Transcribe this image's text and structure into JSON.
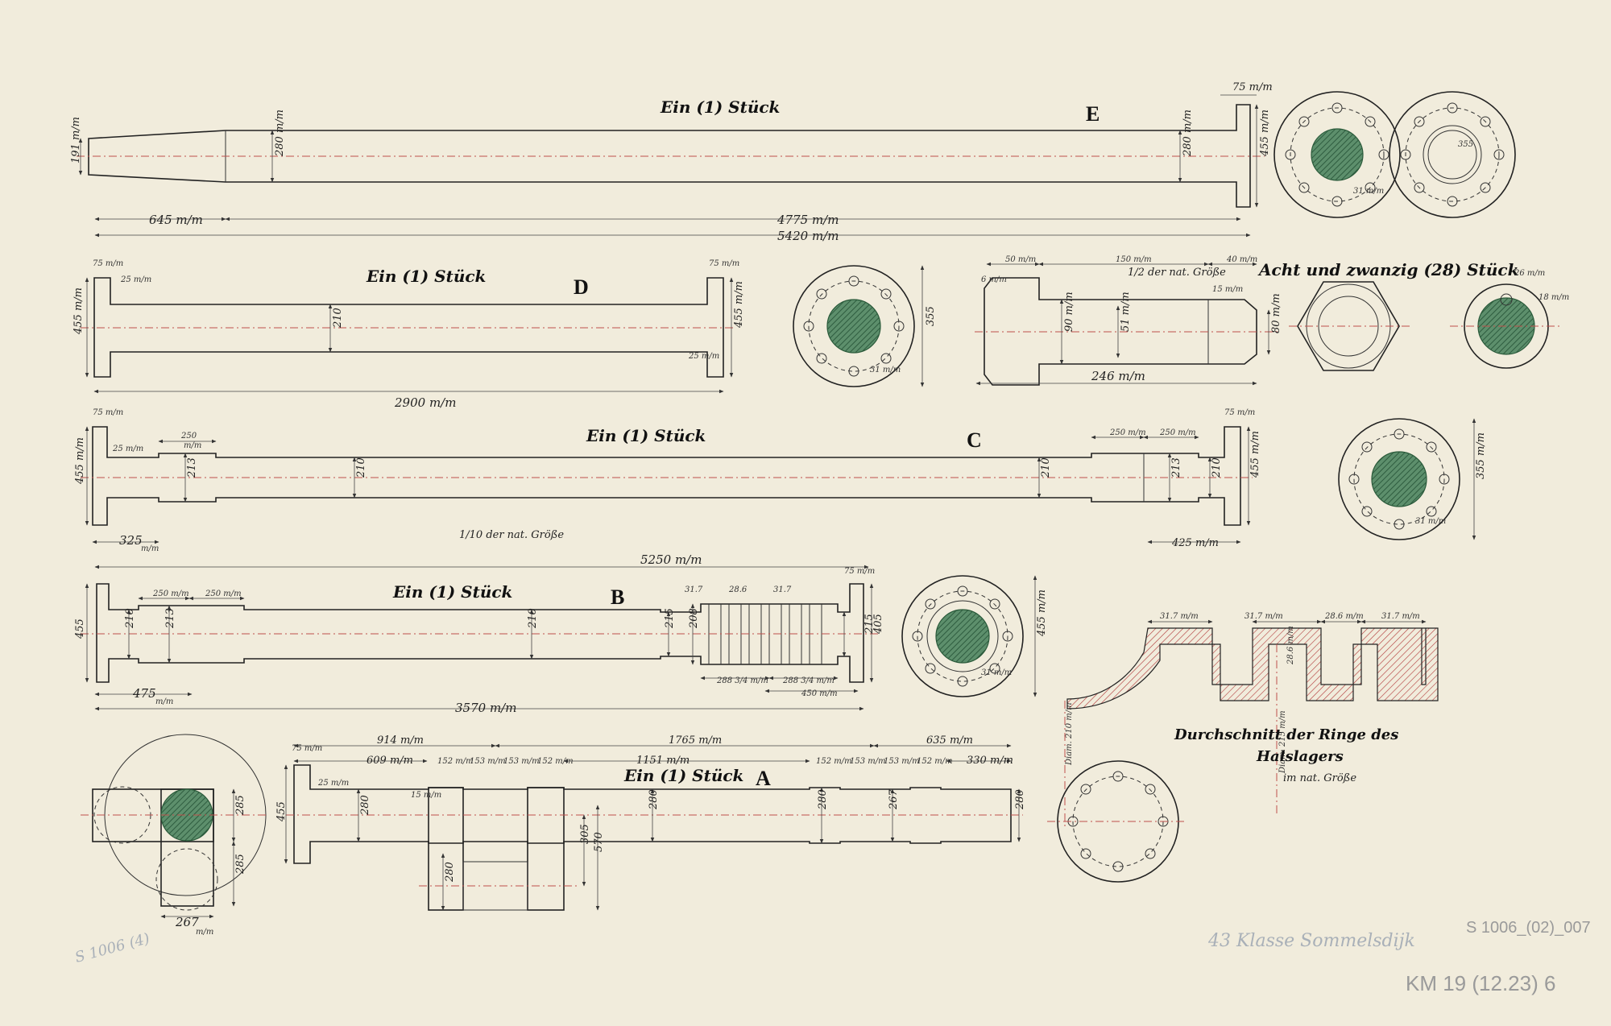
{
  "parts": {
    "E": {
      "letter": "E",
      "caption": "Ein (1) Stück",
      "dims": {
        "d1": "191 m/m",
        "d2": "280 m/m",
        "d3": "280 m/m",
        "flange": "455 m/m",
        "t": "75 m/m",
        "taper": "645 m/m",
        "length1": "4775 m/m",
        "total": "5420 m/m",
        "bolt": "31 m/m",
        "bore": "355"
      }
    },
    "D": {
      "letter": "D",
      "caption": "Ein (1) Stück",
      "dims": {
        "flange_l": "455 m/m",
        "flange_r": "455 m/m",
        "t1": "75 m/m",
        "t2": "75 m/m",
        "r1": "25 m/m",
        "r2": "25 m/m",
        "dia": "210",
        "length": "2900 m/m",
        "circle": "355",
        "bolt": "31 m/m"
      }
    },
    "C": {
      "letter": "C",
      "caption": "Ein (1) Stück",
      "scale": "1/10 der nat. Größe",
      "dims": {
        "flange": "455 m/m",
        "t1": "75 m/m",
        "t2": "75 m/m",
        "r": "25 m/m",
        "s1": "250",
        "s1u": "m/m",
        "s2": "250 m/m",
        "s3": "250 m/m",
        "d213": "213",
        "d210": "210",
        "d210b": "210",
        "d210c": "210",
        "left": "325",
        "leftu": "m/m",
        "right": "425 m/m",
        "circle": "355 m/m",
        "bolt": "31 m/m"
      }
    },
    "B": {
      "letter": "B",
      "caption": "Ein (1) Stück",
      "dims": {
        "total": "5250 m/m",
        "flange": "455",
        "t": "75 m/m",
        "s1": "250 m/m",
        "s2": "250 m/m",
        "d210": "210",
        "d213": "213",
        "d210b": "210",
        "d215": "215",
        "d208": "208",
        "d215b": "215",
        "d405": "405",
        "left": "475",
        "leftu": "m/m",
        "length": "3570 m/m",
        "pitch1": "288 3/4 m/m",
        "pitch2": "288 3/4 m/m",
        "collar": "450 m/m",
        "r1": "31.7",
        "r2": "28.6",
        "r3": "31.7",
        "circle": "455 m/m",
        "bolt": "31 m/m"
      }
    },
    "A": {
      "letter": "A",
      "caption": "Ein (1) Stück",
      "dims": {
        "s914": "914 m/m",
        "s609": "609 m/m",
        "s1765": "1765 m/m",
        "s1151": "1151 m/m",
        "s635": "635 m/m",
        "s330": "330 m/m",
        "w152a": "152 m/m",
        "w153a": "153 m/m",
        "w153b": "153 m/m",
        "w152b": "152 m/m",
        "w152c": "152 m/m",
        "w153c": "153 m/m",
        "w153d": "153 m/m",
        "w152d": "152 m/m",
        "t75": "75 m/m",
        "flange": "455",
        "d280": "280",
        "d280b": "280",
        "d280c": "280",
        "d280d": "280",
        "d267": "267",
        "throw": "305",
        "stroke": "570",
        "web": "280",
        "r": "25 m/m",
        "r2": "15 m/m",
        "side1": "285",
        "side2": "285",
        "width": "267",
        "widthu": "m/m"
      }
    }
  },
  "bolt": {
    "scale": "1/2 der nat. Größe",
    "caption": "Acht und zwanzig (28) Stück",
    "dims": {
      "a": "50 m/m",
      "b": "150 m/m",
      "c": "40 m/m",
      "d1": "90 m/m",
      "d2": "51 m/m",
      "d3": "80 m/m",
      "len": "246 m/m",
      "r": "15 m/m",
      "h": "6 m/m",
      "nut": "26 m/m",
      "hole": "18 m/m"
    }
  },
  "section": {
    "title_l1": "Durchschnitt der Ringe des",
    "title_l2": "Halslagers",
    "title_l3": "im nat. Größe",
    "dims": {
      "a": "31.7 m/m",
      "b": "31.7 m/m",
      "c": "28.6 m/m",
      "d": "31.7 m/m",
      "depth": "28.6 m/m",
      "dia1": "Diam. 210 m/m",
      "dia2": "Diam. 215 m/m"
    }
  },
  "stamps": {
    "ref": "S 1006_(02)_007",
    "catalog": "KM 19 (12.23) 6",
    "pencil_note": "43 Klasse Sommelsdijk",
    "side_note": "S 1006 (4)"
  }
}
